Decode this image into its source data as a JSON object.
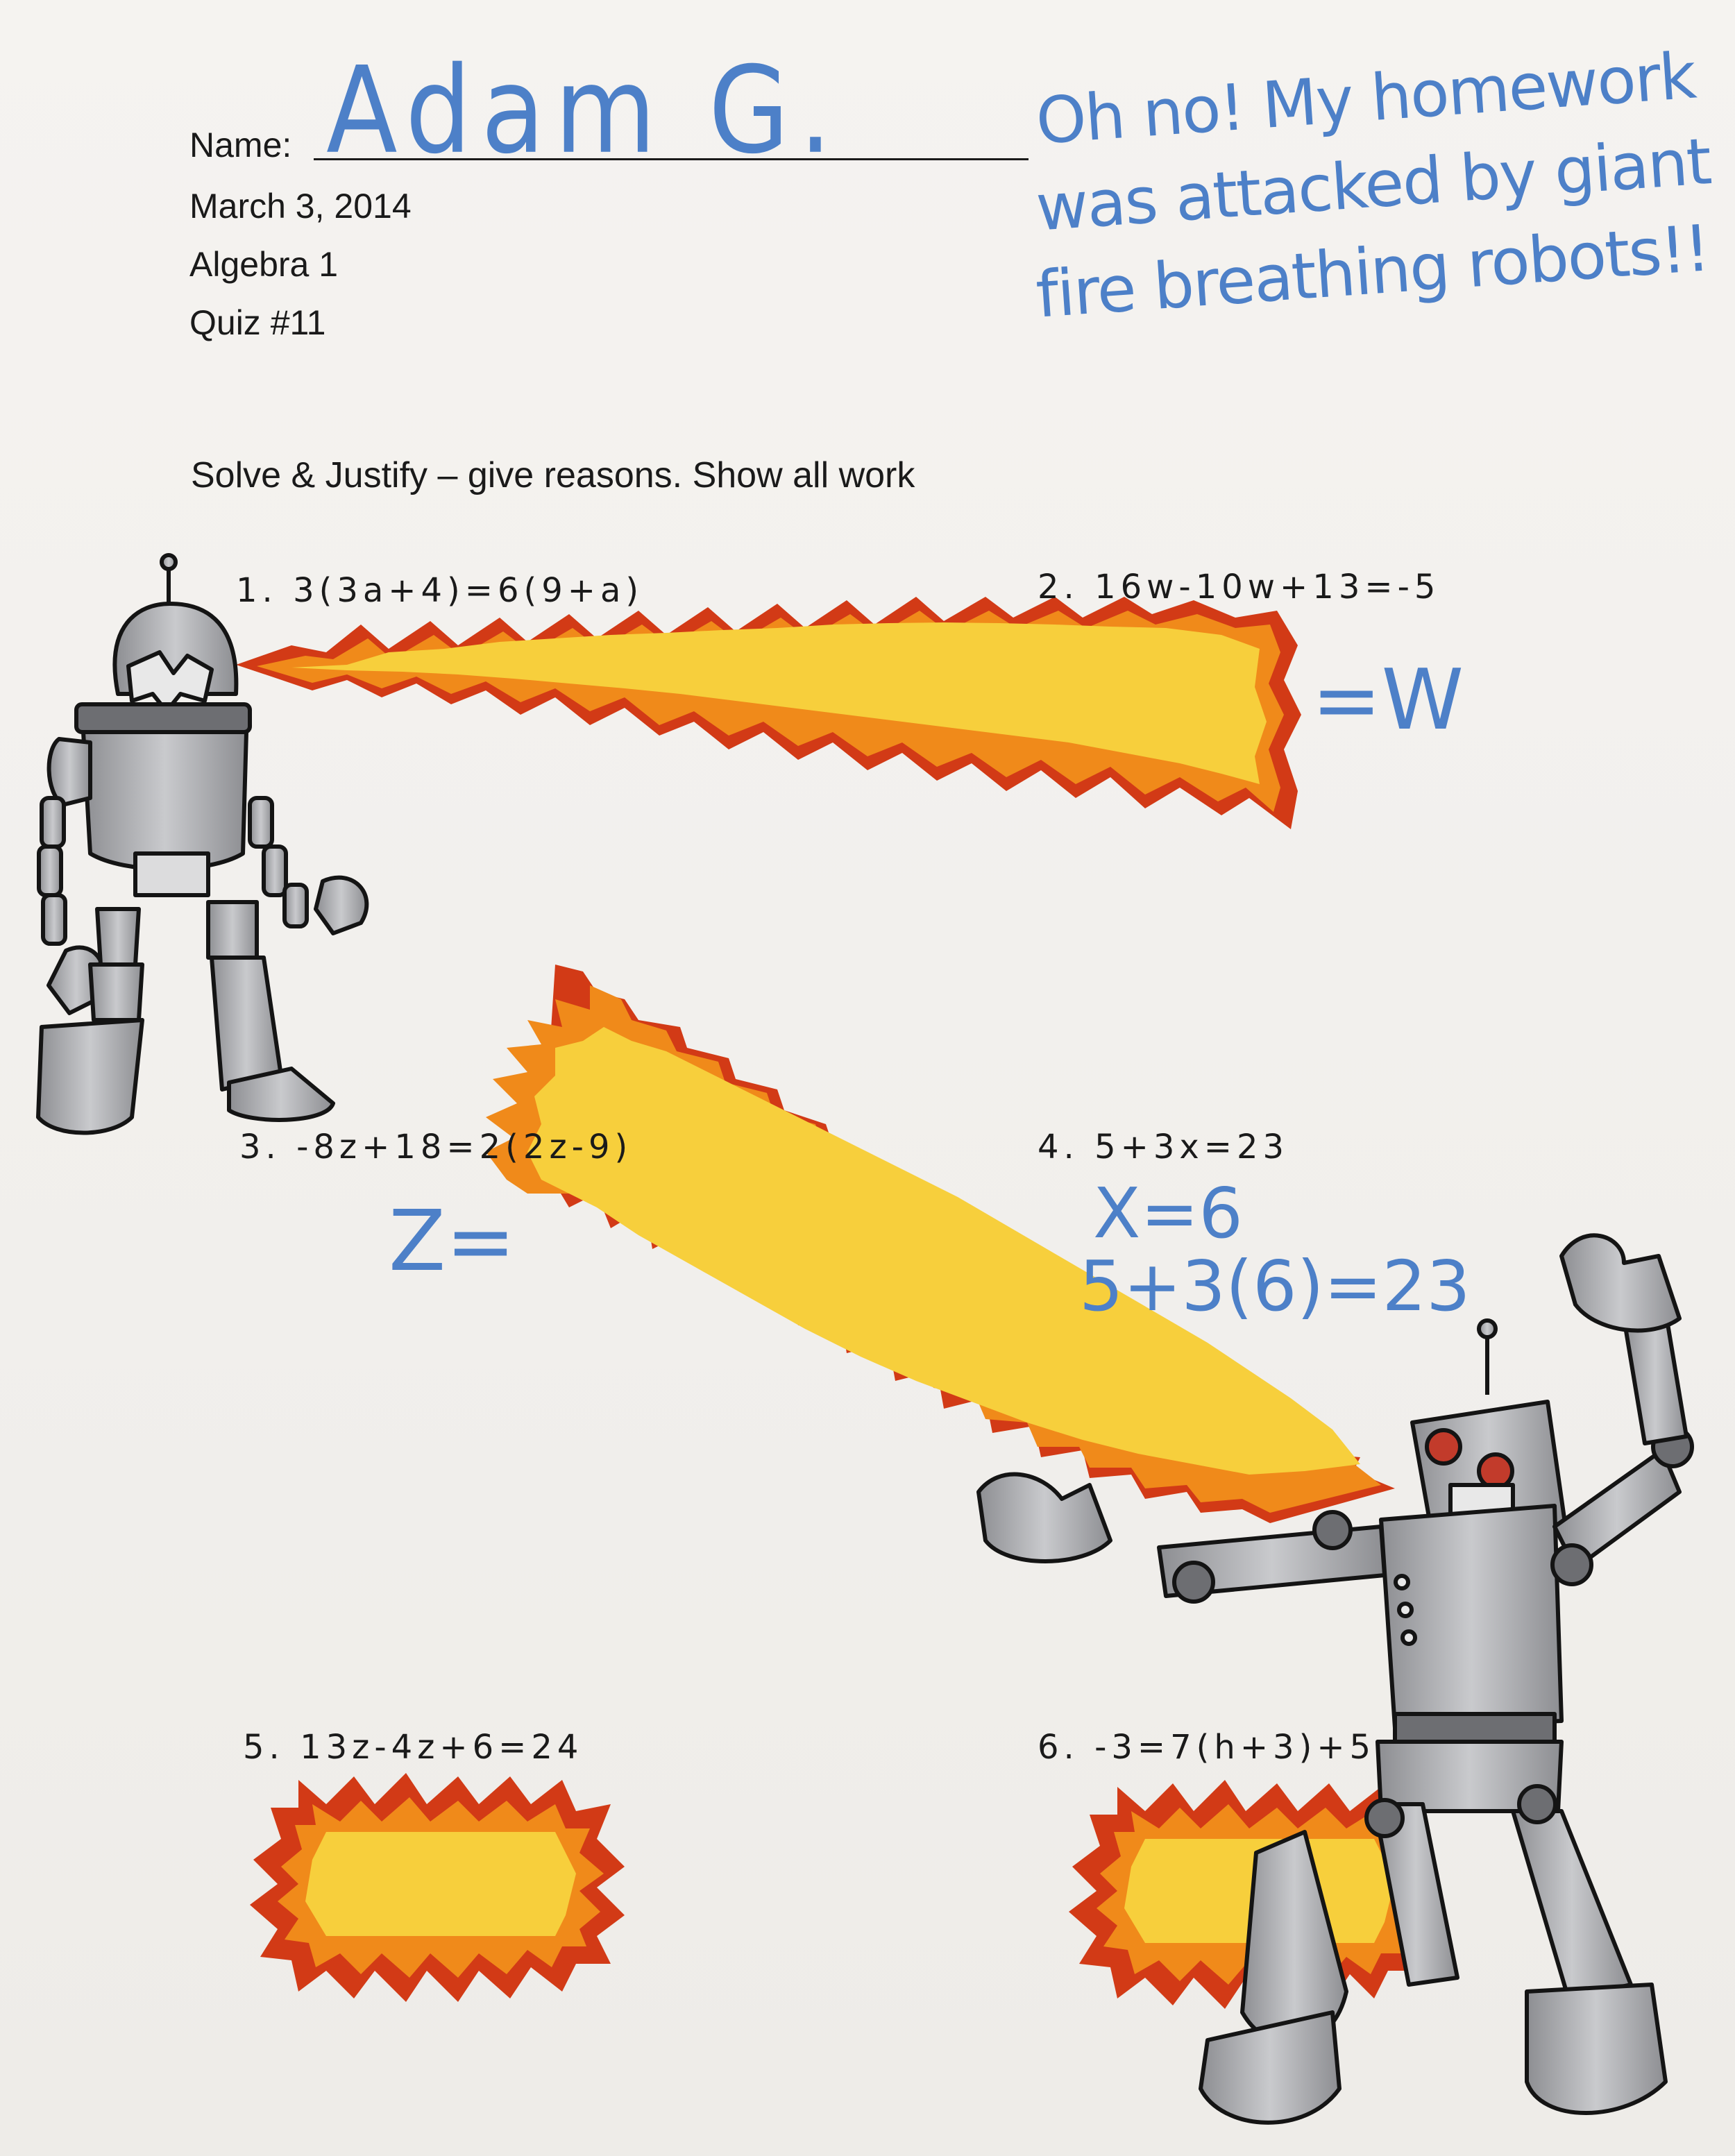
{
  "header": {
    "name_label": "Name:",
    "date": "March 3, 2014",
    "course": "Algebra 1",
    "quiz": "Quiz #11"
  },
  "handwriting": {
    "student_name": "Adam G.",
    "note_lines": [
      "Oh no! My homework",
      "was attacked by giant",
      "fire breathing robots!!"
    ],
    "answer_2": "=W",
    "answer_3": "Z=",
    "answer_4_line1": "X=6",
    "answer_4_line2": "5+3(6)=23"
  },
  "instructions": "Solve & Justify – give reasons. Show all work",
  "problems": [
    {
      "number": "1.",
      "equation": "3(3a+4)=6(9+a)"
    },
    {
      "number": "2.",
      "equation": "16w-10w+13=-5"
    },
    {
      "number": "3.",
      "equation": "-8z+18=2(2z-9)"
    },
    {
      "number": "4.",
      "equation": "5+3x=23"
    },
    {
      "number": "5.",
      "equation": "13z-4z+6=24"
    },
    {
      "number": "6.",
      "equation": "-3=7(h+3)+5"
    }
  ],
  "colors": {
    "paper": "#f3f1ee",
    "ink_pen": "#4d80c8",
    "flame_outer": "#d23a16",
    "flame_mid": "#f08a1a",
    "flame_inner": "#f7cf3c",
    "robot_gray": "#a9aaae"
  }
}
